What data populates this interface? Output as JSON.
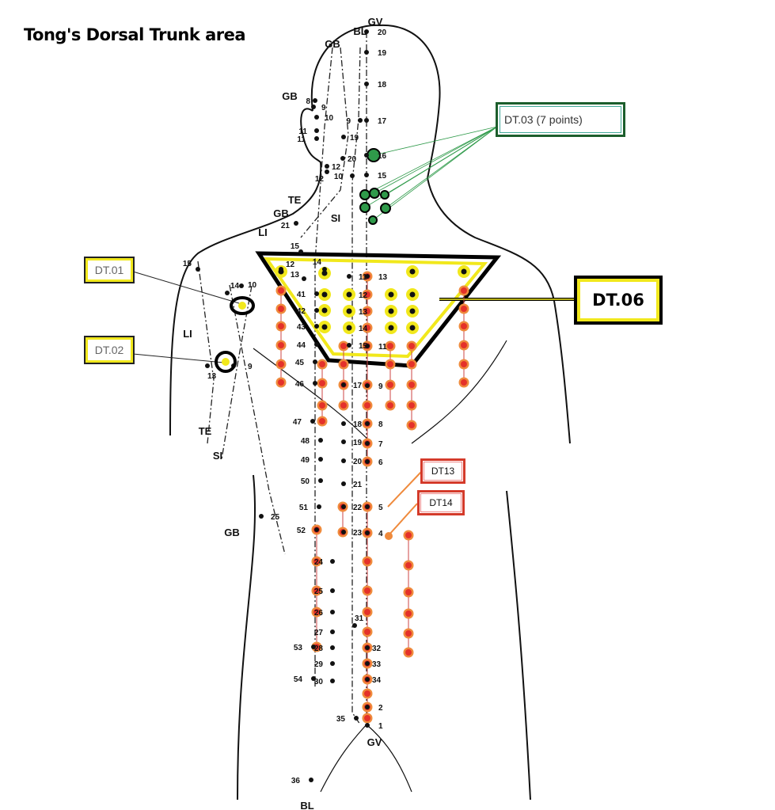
{
  "title": "Tong's Dorsal Trunk area",
  "callouts": {
    "dt01": "DT.01",
    "dt02": "DT.02",
    "dt03": "DT.03 (7 points)",
    "dt06": "DT.06",
    "dt13": "DT13",
    "dt14": "DT14"
  },
  "meridian_labels": [
    "GV",
    "BL",
    "GB",
    "GB",
    "GB",
    "TE",
    "SI",
    "LI",
    "LI",
    "TE",
    "SI",
    "GB",
    "GV",
    "BL"
  ],
  "point_numbers": [
    "20",
    "19",
    "18",
    "17",
    "16",
    "15",
    "13",
    "11",
    "9",
    "8",
    "7",
    "6",
    "5",
    "4",
    "2",
    "1",
    "9",
    "10",
    "11",
    "12",
    "13",
    "14",
    "15",
    "17",
    "18",
    "19",
    "20",
    "21",
    "22",
    "23",
    "24",
    "25",
    "26",
    "27",
    "28",
    "29",
    "30",
    "31",
    "32",
    "33",
    "34",
    "35",
    "41",
    "42",
    "43",
    "44",
    "45",
    "46",
    "47",
    "48",
    "49",
    "50",
    "51",
    "52",
    "53",
    "54",
    "12",
    "13",
    "14",
    "15",
    "14",
    "10",
    "9",
    "13",
    "25",
    "21",
    "15",
    "11",
    "12",
    "8",
    "9",
    "10",
    "11",
    "19",
    "12",
    "20",
    "36"
  ],
  "colors": {
    "yellow": "#f1e81c",
    "orange": "#ef8a3c",
    "red": "#e4312a",
    "green": "#2f9a4a",
    "dark_green": "#1c5e2c"
  }
}
